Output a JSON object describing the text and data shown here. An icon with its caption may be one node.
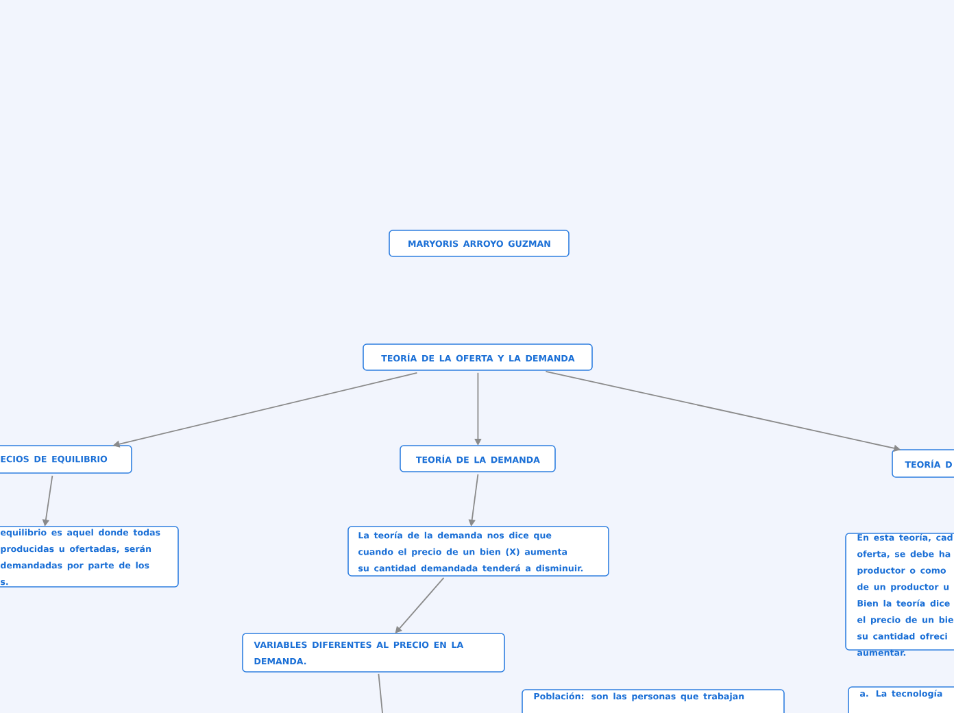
{
  "diagram": {
    "nodes": [
      {
        "text": [
          "MARYORIS ARROYO GUZMAN"
        ]
      },
      {
        "text": [
          "TEORÍA DE LA OFERTA Y LA DEMANDA"
        ]
      },
      {
        "text": [
          "ECIOS DE EQUILIBRIO"
        ]
      },
      {
        "text": [
          "TEORÍA DE LA DEMANDA"
        ]
      },
      {
        "text": [
          "TEORÍA D"
        ]
      },
      {
        "text": [
          "equilibrio es aquel donde todas producidas u ofertadas, serán demandadas por parte de los s."
        ]
      },
      {
        "text": [
          "La teoría de la demanda nos dice que cuando el precio de un bien (X) aumenta su cantidad demandada tenderá a disminuir."
        ]
      },
      {
        "text": [
          "En esta teoría, cad oferta, se debe ha productor o como de un productor u Bien la teoría dice el precio de un bie su cantidad ofreci aumentar."
        ]
      },
      {
        "text": [
          "VARIABLES DIFERENTES AL PRECIO EN LA DEMANDA."
        ]
      },
      {
        "text": [
          "Población: son las personas que trabajan"
        ]
      },
      {
        "text": [
          "a. La tecnología"
        ]
      }
    ],
    "edges": [
      {
        "from": 1,
        "to": 2,
        "arrow": "to"
      },
      {
        "from": 1,
        "to": 3,
        "arrow": "to"
      },
      {
        "from": 1,
        "to": 4,
        "arrow": "to"
      },
      {
        "from": 2,
        "to": 5,
        "arrow": "to"
      },
      {
        "from": 3,
        "to": 6,
        "arrow": "to"
      },
      {
        "from": 6,
        "to": 8,
        "arrow": "to"
      },
      {
        "from": 8,
        "to": null,
        "arrow": "none"
      }
    ]
  }
}
